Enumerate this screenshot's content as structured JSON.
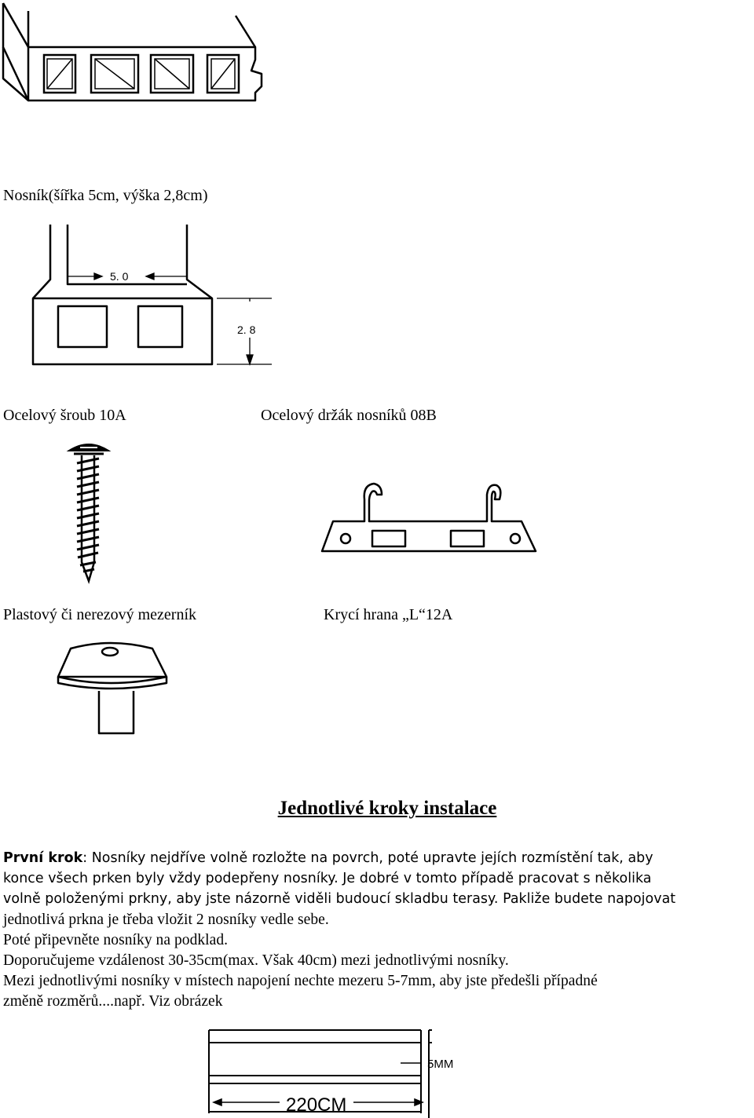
{
  "captions": {
    "beam": "Nosník(šířka 5cm, výška 2,8cm)",
    "screw": "Ocelový šroub 10A",
    "holder": "Ocelový držák nosníků 08B",
    "spacer": "Plastový  či nerezový mezerník",
    "edge": "Krycí hrana „L“12A"
  },
  "dimensions": {
    "beam_width": "5. 0",
    "beam_height": "2. 8",
    "gap": "5MM",
    "length": "220CM"
  },
  "section_heading": "Jednotlivé kroky instalace",
  "instructions": {
    "step_label": "První krok",
    "step_first_line_rest": ": Nosníky nejdříve volně rozložte na povrch, poté upravte jejích rozmístění tak, aby",
    "line2": "konce všech prken byly vždy podepřeny nosníky. Je dobré v tomto případě pracovat s několika",
    "line3": "volně položenými prkny, aby jste názorně viděli budoucí skladbu terasy. Pakliže budete napojovat",
    "line4": "jednotlivá prkna je třeba vložit 2 nosníky vedle sebe.",
    "line5": "Poté připevněte nosníky na podklad.",
    "line6": " Doporučujeme vzdálenost 30-35cm(max. Však 40cm) mezi jednotlivými nosníky.",
    "line7": " Mezi jednotlivými nosníky v místech napojení nechte mezeru 5-7mm, aby jste předešli případné",
    "line8": "změně rozměrů....např. Viz obrázek"
  },
  "icons": [
    "deck-board-illustration",
    "beam-profile-illustration",
    "screw-illustration",
    "holder-bracket-illustration",
    "spacer-illustration",
    "board-joint-diagram"
  ]
}
